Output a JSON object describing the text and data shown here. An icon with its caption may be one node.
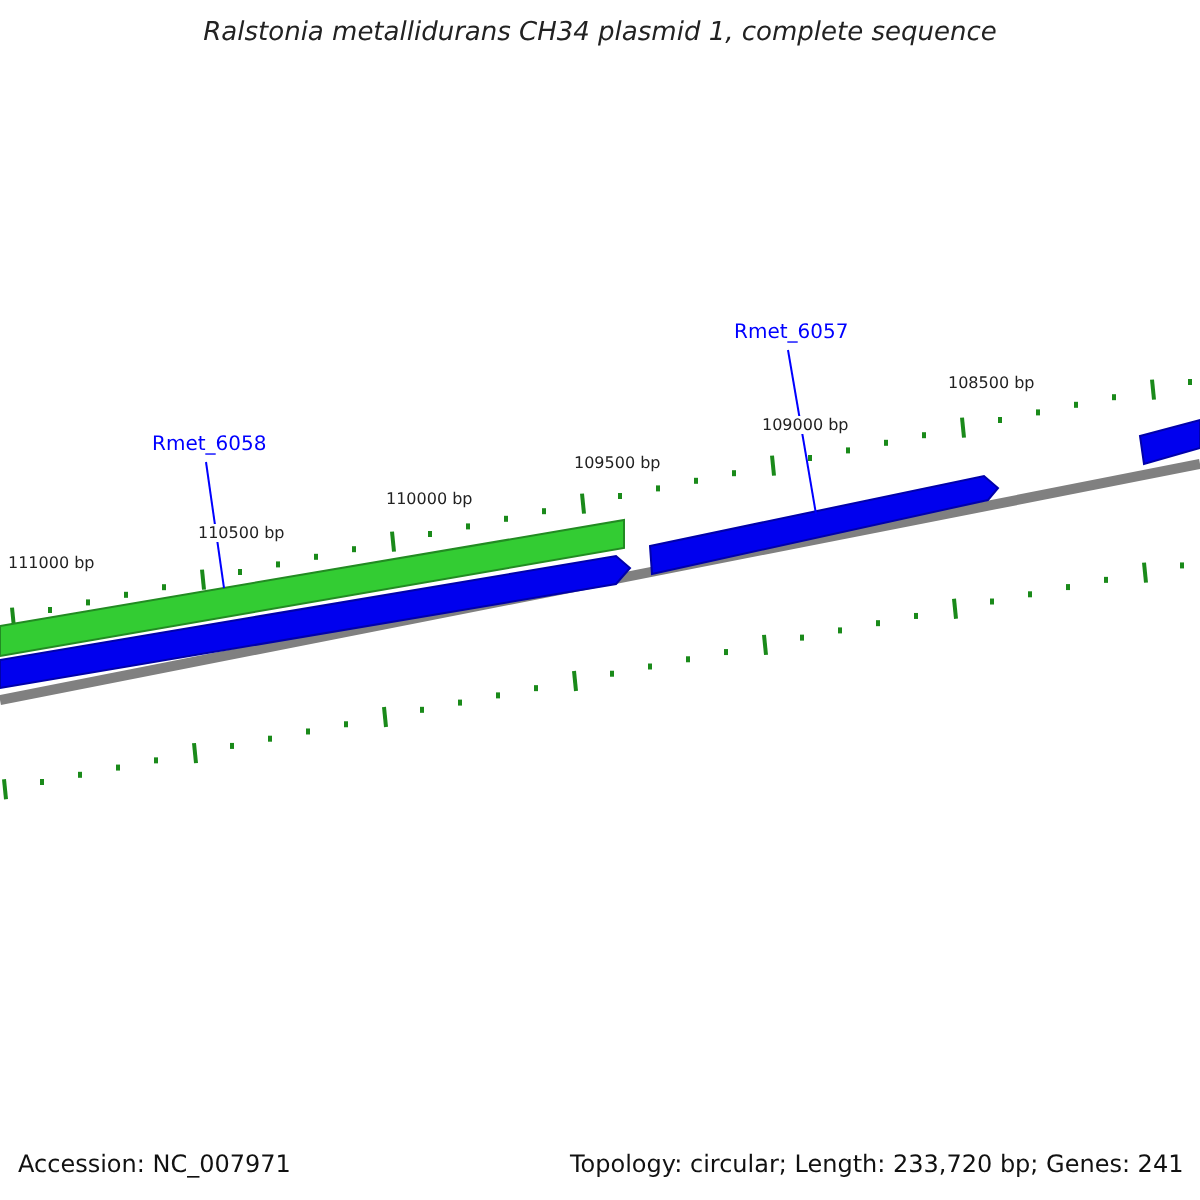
{
  "diagram": {
    "title": "Ralstonia metallidurans CH34 plasmid 1, complete sequence",
    "nodes": [
      {
        "text": [
          "Rmet_6058"
        ]
      },
      {
        "text": [
          "Rmet_6057"
        ]
      },
      {
        "text": [],
        "shape": "bar"
      },
      {
        "text": [],
        "shape": "bar"
      },
      {
        "text": [],
        "shape": "bar"
      },
      {
        "text": [],
        "shape": "bar"
      }
    ],
    "edges": [
      {
        "from": 0,
        "to": 2,
        "arrow": "none"
      },
      {
        "from": 1,
        "to": 4,
        "arrow": "none"
      }
    ],
    "labels": [
      "108500 bp",
      "109000 bp",
      "109500 bp",
      "110000 bp",
      "110500 bp",
      "111000 bp",
      "Accession: NC_007971",
      "Topology: circular; Length: 233,720 bp; Genes: 241"
    ]
  }
}
